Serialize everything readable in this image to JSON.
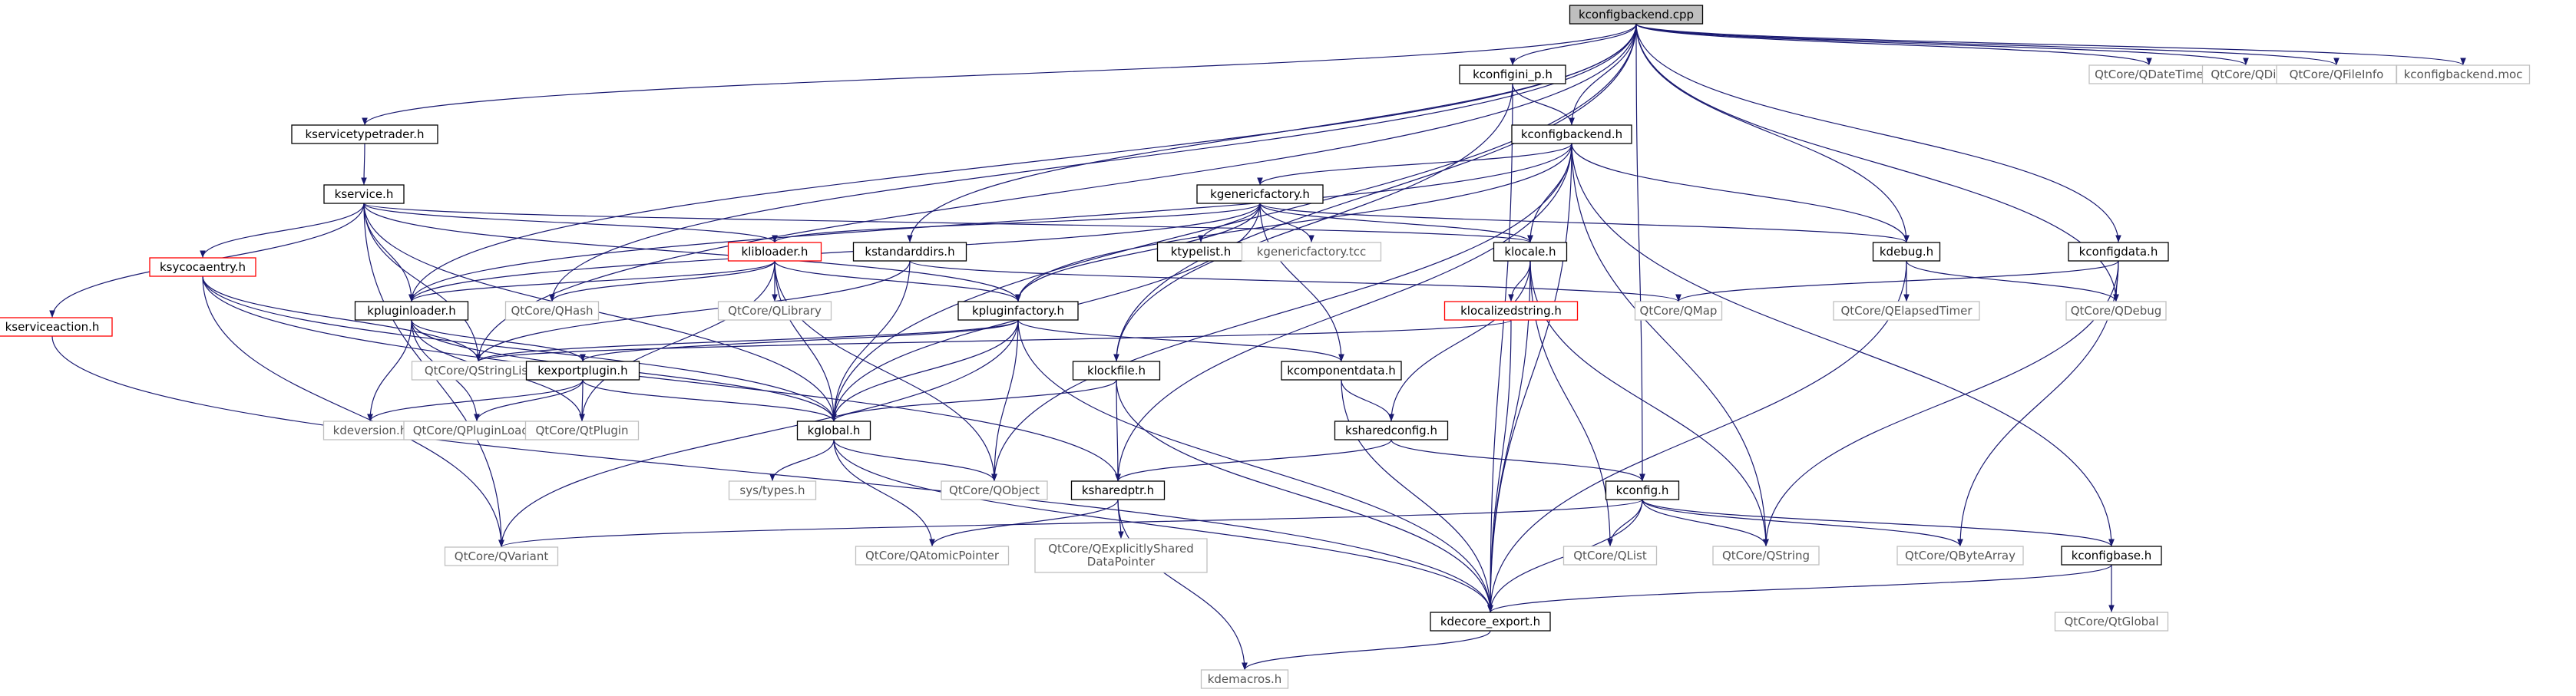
{
  "title": "kconfigbackend.cpp",
  "colors": {
    "edge": "#191970",
    "root_fill": "#bfbfbf",
    "box_stroke": "#000000",
    "external_stroke": "#bfbfbf",
    "truncated_stroke": "#ff0000",
    "label_dark": "#000000",
    "label_grey": "#555555"
  },
  "nodes": [
    {
      "id": "n_root",
      "label": "kconfigbackend.cpp",
      "kind": "root"
    },
    {
      "id": "n_servicetypetrader",
      "label": "kservicetypetrader.h",
      "kind": "normal"
    },
    {
      "id": "n_service",
      "label": "kservice.h",
      "kind": "normal"
    },
    {
      "id": "n_sycocaentry",
      "label": "ksycocaentry.h",
      "kind": "truncated"
    },
    {
      "id": "n_serviceaction",
      "label": "kserviceaction.h",
      "kind": "truncated"
    },
    {
      "id": "n_pluginloader",
      "label": "kpluginloader.h",
      "kind": "normal"
    },
    {
      "id": "n_kversion",
      "label": "kdeversion.h",
      "kind": "external"
    },
    {
      "id": "n_qpluginloader",
      "label": "QtCore/QPluginLoader",
      "kind": "external"
    },
    {
      "id": "n_qstringlist",
      "label": "QtCore/QStringList",
      "kind": "external"
    },
    {
      "id": "n_qtplugin",
      "label": "QtCore/QtPlugin",
      "kind": "external"
    },
    {
      "id": "n_exportplugin",
      "label": "kexportplugin.h",
      "kind": "normal"
    },
    {
      "id": "n_global",
      "label": "kglobal.h",
      "kind": "normal"
    },
    {
      "id": "n_systypes",
      "label": "sys/types.h",
      "kind": "external"
    },
    {
      "id": "n_qobject",
      "label": "QtCore/QObject",
      "kind": "external"
    },
    {
      "id": "n_qatomic",
      "label": "QtCore/QAtomicPointer",
      "kind": "external"
    },
    {
      "id": "n_qvariant",
      "label": "QtCore/QVariant",
      "kind": "external"
    },
    {
      "id": "n_librarloader",
      "label": "klibloader.h",
      "kind": "truncated"
    },
    {
      "id": "n_qhash",
      "label": "QtCore/QHash",
      "kind": "external"
    },
    {
      "id": "n_qlibrary",
      "label": "QtCore/QLibrary",
      "kind": "external"
    },
    {
      "id": "n_standarddirs",
      "label": "kstandarddirs.h",
      "kind": "normal"
    },
    {
      "id": "n_pluginfactory",
      "label": "kpluginfactory.h",
      "kind": "normal"
    },
    {
      "id": "n_genericfactory",
      "label": "kgenericfactory.h",
      "kind": "normal"
    },
    {
      "id": "n_typelist",
      "label": "ktypelist.h",
      "kind": "normal"
    },
    {
      "id": "n_genericfactorytcc",
      "label": "kgenericfactory.tcc",
      "kind": "external"
    },
    {
      "id": "n_lockfile",
      "label": "klockfile.h",
      "kind": "normal"
    },
    {
      "id": "n_componentdata",
      "label": "kcomponentdata.h",
      "kind": "normal"
    },
    {
      "id": "n_sharedconfig",
      "label": "ksharedconfig.h",
      "kind": "normal"
    },
    {
      "id": "n_sharedptr",
      "label": "ksharedptr.h",
      "kind": "normal"
    },
    {
      "id": "n_qexplicit",
      "label": "QtCore/QExplicitlyShared\nDataPointer",
      "kind": "external"
    },
    {
      "id": "n_macros",
      "label": "kdemacros.h",
      "kind": "external"
    },
    {
      "id": "n_configini",
      "label": "kconfigini_p.h",
      "kind": "normal"
    },
    {
      "id": "n_configbackend",
      "label": "kconfigbackend.h",
      "kind": "normal"
    },
    {
      "id": "n_locale",
      "label": "klocale.h",
      "kind": "normal"
    },
    {
      "id": "n_localizedstring",
      "label": "klocalizedstring.h",
      "kind": "truncated"
    },
    {
      "id": "n_qmap",
      "label": "QtCore/QMap",
      "kind": "external"
    },
    {
      "id": "n_debug",
      "label": "kdebug.h",
      "kind": "normal"
    },
    {
      "id": "n_qelapsed",
      "label": "QtCore/QElapsedTimer",
      "kind": "external"
    },
    {
      "id": "n_qdebug",
      "label": "QtCore/QDebug",
      "kind": "external"
    },
    {
      "id": "n_configdata",
      "label": "kconfigdata.h",
      "kind": "normal"
    },
    {
      "id": "n_config",
      "label": "kconfig.h",
      "kind": "normal"
    },
    {
      "id": "n_qlist",
      "label": "QtCore/QList",
      "kind": "external"
    },
    {
      "id": "n_qstring",
      "label": "QtCore/QString",
      "kind": "external"
    },
    {
      "id": "n_qbytearray",
      "label": "QtCore/QByteArray",
      "kind": "external"
    },
    {
      "id": "n_configbase",
      "label": "kconfigbase.h",
      "kind": "normal"
    },
    {
      "id": "n_qtglobal",
      "label": "QtCore/QtGlobal",
      "kind": "external"
    },
    {
      "id": "n_kdecoreexport",
      "label": "kdecore_export.h",
      "kind": "normal"
    },
    {
      "id": "n_qdatetime",
      "label": "QtCore/QDateTime",
      "kind": "external"
    },
    {
      "id": "n_qdir",
      "label": "QtCore/QDir",
      "kind": "external"
    },
    {
      "id": "n_qfileinfo",
      "label": "QtCore/QFileInfo",
      "kind": "external"
    },
    {
      "id": "n_moc",
      "label": "kconfigbackend.moc",
      "kind": "external"
    }
  ],
  "edges": [
    [
      "n_root",
      "n_servicetypetrader"
    ],
    [
      "n_root",
      "n_pluginloader"
    ],
    [
      "n_root",
      "n_qhash"
    ],
    [
      "n_root",
      "n_qstringlist"
    ],
    [
      "n_root",
      "n_standarddirs"
    ],
    [
      "n_root",
      "n_global"
    ],
    [
      "n_root",
      "n_configini"
    ],
    [
      "n_root",
      "n_configbackend"
    ],
    [
      "n_root",
      "n_lockfile"
    ],
    [
      "n_root",
      "n_debug"
    ],
    [
      "n_root",
      "n_config"
    ],
    [
      "n_root",
      "n_configdata"
    ],
    [
      "n_root",
      "n_qdebug"
    ],
    [
      "n_root",
      "n_qdatetime"
    ],
    [
      "n_root",
      "n_qdir"
    ],
    [
      "n_root",
      "n_qfileinfo"
    ],
    [
      "n_root",
      "n_moc"
    ],
    [
      "n_servicetypetrader",
      "n_service"
    ],
    [
      "n_service",
      "n_sycocaentry"
    ],
    [
      "n_service",
      "n_serviceaction"
    ],
    [
      "n_service",
      "n_pluginloader"
    ],
    [
      "n_service",
      "n_librarloader"
    ],
    [
      "n_service",
      "n_qstringlist"
    ],
    [
      "n_service",
      "n_pluginfactory"
    ],
    [
      "n_service",
      "n_locale"
    ],
    [
      "n_service",
      "n_qvariant"
    ],
    [
      "n_service",
      "n_global"
    ],
    [
      "n_sycocaentry",
      "n_qstringlist"
    ],
    [
      "n_sycocaentry",
      "n_qvariant"
    ],
    [
      "n_sycocaentry",
      "n_sharedptr"
    ],
    [
      "n_sycocaentry",
      "n_global"
    ],
    [
      "n_serviceaction",
      "n_kdecoreexport"
    ],
    [
      "n_pluginloader",
      "n_kversion"
    ],
    [
      "n_pluginloader",
      "n_qpluginloader"
    ],
    [
      "n_pluginloader",
      "n_qtplugin"
    ],
    [
      "n_pluginloader",
      "n_exportplugin"
    ],
    [
      "n_pluginloader",
      "n_global"
    ],
    [
      "n_exportplugin",
      "n_kversion"
    ],
    [
      "n_exportplugin",
      "n_qpluginloader"
    ],
    [
      "n_exportplugin",
      "n_qtplugin"
    ],
    [
      "n_exportplugin",
      "n_global"
    ],
    [
      "n_global",
      "n_systypes"
    ],
    [
      "n_global",
      "n_qobject"
    ],
    [
      "n_global",
      "n_qatomic"
    ],
    [
      "n_global",
      "n_kdecoreexport"
    ],
    [
      "n_librarloader",
      "n_pluginloader"
    ],
    [
      "n_librarloader",
      "n_qhash"
    ],
    [
      "n_librarloader",
      "n_qlibrary"
    ],
    [
      "n_librarloader",
      "n_pluginfactory"
    ],
    [
      "n_librarloader",
      "n_qtplugin"
    ],
    [
      "n_librarloader",
      "n_global"
    ],
    [
      "n_librarloader",
      "n_qobject"
    ],
    [
      "n_standarddirs",
      "n_qstringlist"
    ],
    [
      "n_standarddirs",
      "n_qmap"
    ],
    [
      "n_standarddirs",
      "n_global"
    ],
    [
      "n_pluginfactory",
      "n_qstringlist"
    ],
    [
      "n_pluginfactory",
      "n_qvariant"
    ],
    [
      "n_pluginfactory",
      "n_qobject"
    ],
    [
      "n_pluginfactory",
      "n_componentdata"
    ],
    [
      "n_pluginfactory",
      "n_exportplugin"
    ],
    [
      "n_pluginfactory",
      "n_global"
    ],
    [
      "n_pluginfactory",
      "n_kdecoreexport"
    ],
    [
      "n_genericfactory",
      "n_pluginloader"
    ],
    [
      "n_genericfactory",
      "n_librarloader"
    ],
    [
      "n_genericfactory",
      "n_pluginfactory"
    ],
    [
      "n_genericfactory",
      "n_typelist"
    ],
    [
      "n_genericfactory",
      "n_genericfactorytcc"
    ],
    [
      "n_genericfactory",
      "n_locale"
    ],
    [
      "n_genericfactory",
      "n_componentdata"
    ],
    [
      "n_genericfactory",
      "n_debug"
    ],
    [
      "n_genericfactory",
      "n_global"
    ],
    [
      "n_lockfile",
      "n_global"
    ],
    [
      "n_lockfile",
      "n_sharedptr"
    ],
    [
      "n_lockfile",
      "n_kdecoreexport"
    ],
    [
      "n_componentdata",
      "n_sharedconfig"
    ],
    [
      "n_componentdata",
      "n_kdecoreexport"
    ],
    [
      "n_sharedconfig",
      "n_config"
    ],
    [
      "n_sharedconfig",
      "n_sharedptr"
    ],
    [
      "n_sharedptr",
      "n_qexplicit"
    ],
    [
      "n_sharedptr",
      "n_qatomic"
    ],
    [
      "n_sharedptr",
      "n_macros"
    ],
    [
      "n_configini",
      "n_configbackend"
    ],
    [
      "n_configini",
      "n_lockfile"
    ],
    [
      "n_configini",
      "n_kdecoreexport"
    ],
    [
      "n_configbackend",
      "n_genericfactory"
    ],
    [
      "n_configbackend",
      "n_pluginloader"
    ],
    [
      "n_configbackend",
      "n_pluginfactory"
    ],
    [
      "n_configbackend",
      "n_locale"
    ],
    [
      "n_configbackend",
      "n_debug"
    ],
    [
      "n_configbackend",
      "n_sharedptr"
    ],
    [
      "n_configbackend",
      "n_qobject"
    ],
    [
      "n_configbackend",
      "n_qstring"
    ],
    [
      "n_configbackend",
      "n_configbase"
    ],
    [
      "n_configbackend",
      "n_kdecoreexport"
    ],
    [
      "n_locale",
      "n_localizedstring"
    ],
    [
      "n_locale",
      "n_sharedconfig"
    ],
    [
      "n_locale",
      "n_qlist"
    ],
    [
      "n_locale",
      "n_qstring"
    ],
    [
      "n_locale",
      "n_kdecoreexport"
    ],
    [
      "n_localizedstring",
      "n_qstringlist"
    ],
    [
      "n_localizedstring",
      "n_kdecoreexport"
    ],
    [
      "n_debug",
      "n_qelapsed"
    ],
    [
      "n_debug",
      "n_qdebug"
    ],
    [
      "n_debug",
      "n_kdecoreexport"
    ],
    [
      "n_configdata",
      "n_qmap"
    ],
    [
      "n_configdata",
      "n_qdebug"
    ],
    [
      "n_configdata",
      "n_qstring"
    ],
    [
      "n_configdata",
      "n_qbytearray"
    ],
    [
      "n_config",
      "n_qlist"
    ],
    [
      "n_config",
      "n_qstring"
    ],
    [
      "n_config",
      "n_qbytearray"
    ],
    [
      "n_config",
      "n_configbase"
    ],
    [
      "n_config",
      "n_qvariant"
    ],
    [
      "n_config",
      "n_kdecoreexport"
    ],
    [
      "n_configbase",
      "n_qtglobal"
    ],
    [
      "n_configbase",
      "n_kdecoreexport"
    ],
    [
      "n_kdecoreexport",
      "n_macros"
    ]
  ]
}
